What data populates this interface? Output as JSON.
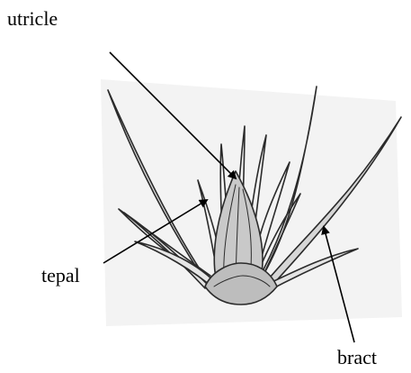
{
  "labels": {
    "utricle": "utricle",
    "tepal": "tepal",
    "bract": "bract"
  },
  "colors": {
    "ink": "#2b2b2b",
    "shade": "#9a9a9a",
    "paper": "#f1f1f1",
    "arrow": "#000000"
  }
}
